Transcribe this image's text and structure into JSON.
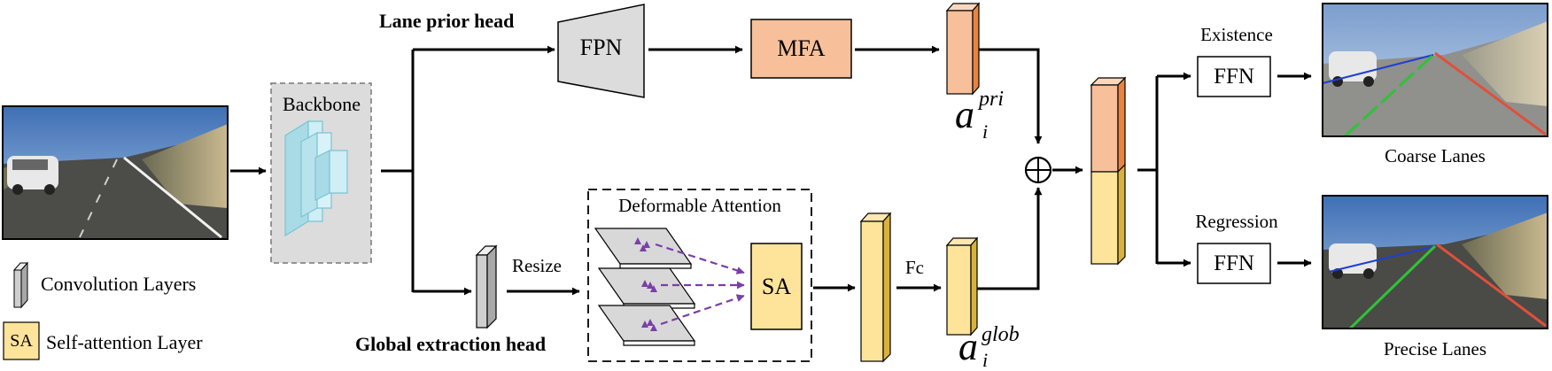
{
  "labels": {
    "lane_prior_head": "Lane prior head",
    "global_extraction_head": "Global extraction head",
    "backbone": "Backbone",
    "fpn": "FPN",
    "mfa": "MFA",
    "resize": "Resize",
    "deformable_attention": "Deformable Attention",
    "sa": "SA",
    "fc": "Fc",
    "existence": "Existence",
    "regression": "Regression",
    "ffn_top": "FFN",
    "ffn_bottom": "FFN",
    "coarse_lanes": "Coarse Lanes",
    "precise_lanes": "Precise Lanes",
    "a_pri_base": "a",
    "a_pri_sup": "pri",
    "a_pri_sub": "i",
    "a_glob_base": "a",
    "a_glob_sup": "glob",
    "a_glob_sub": "i",
    "plus_symbol": "⊕"
  },
  "legend": {
    "conv_label": "Convolution Layers",
    "sa_symbol": "SA",
    "sa_label": "Self-attention Layer"
  },
  "colors": {
    "orange_fill": "#f7c09a",
    "orange_side": "#e8843f",
    "yellow_fill": "#fde49a",
    "yellow_side": "#d9b23c",
    "gray_box": "#dcdcdc",
    "blue_block": "#a9dbe6",
    "purple": "#7a3fa8",
    "sky": "#5a86c0",
    "road": "#4a4a4a"
  }
}
